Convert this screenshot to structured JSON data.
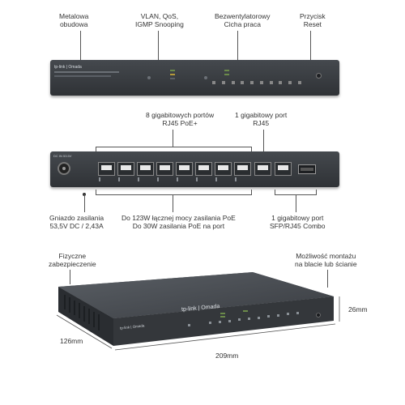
{
  "callouts_top": [
    {
      "lines": [
        "Metalowa",
        "obudowa"
      ]
    },
    {
      "lines": [
        "VLAN, QoS,",
        "IGMP Snooping"
      ]
    },
    {
      "lines": [
        "Bezwentylatorowy",
        "Cicha praca"
      ]
    },
    {
      "lines": [
        "Przycisk",
        "Reset"
      ]
    }
  ],
  "callouts_rear_top": [
    {
      "lines": [
        "8 gigabitowych portów",
        "RJ45 PoE+"
      ]
    },
    {
      "lines": [
        "1 gigabitowy port",
        "RJ45"
      ]
    }
  ],
  "callouts_rear_bottom": [
    {
      "lines": [
        "Gniazdo zasilania",
        "53,5V DC / 2,43A"
      ]
    },
    {
      "lines": [
        "Do 123W łącznej mocy zasilania PoE",
        "Do 30W zasilania PoE na port"
      ]
    },
    {
      "lines": [
        "1 gigabitowy port",
        "SFP/RJ45 Combo"
      ]
    }
  ],
  "callouts_iso": [
    {
      "lines": [
        "Fizyczne",
        "zabezpieczenie"
      ]
    },
    {
      "lines": [
        "Możliwość montażu",
        "na blacie lub ścianie"
      ]
    }
  ],
  "dimensions": {
    "depth": "126mm",
    "width": "209mm",
    "height": "26mm"
  },
  "device": {
    "brand": "tp-link | Omada",
    "power_label": "DC IN 53.5V",
    "colors": {
      "body": "#3a3d41",
      "body_dark": "#2b2e31",
      "body_top": "#45494e"
    }
  }
}
